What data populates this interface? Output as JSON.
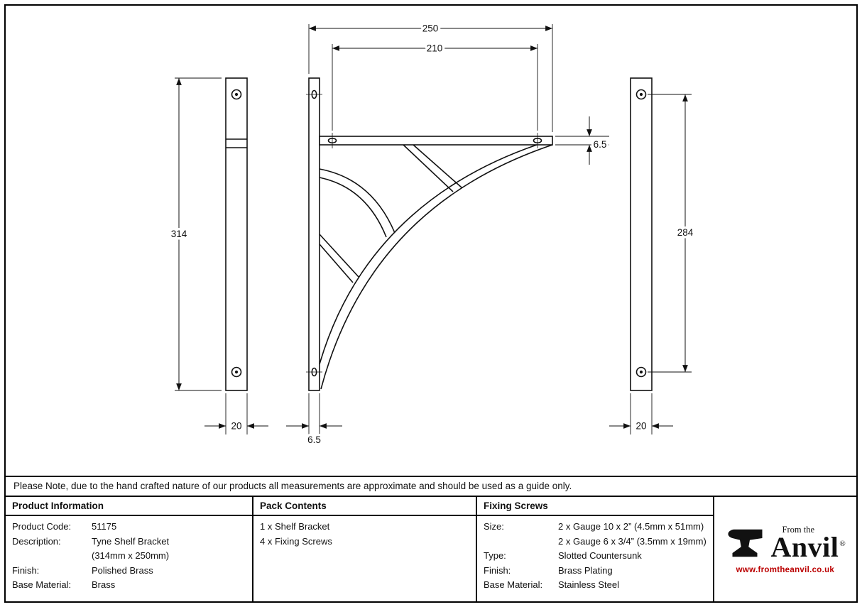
{
  "note_bar": {
    "text": "Please Note, due to the hand crafted nature of our products all measurements are approximate and should be used as a guide only."
  },
  "drawing": {
    "front_view": {
      "overall_depth": "250",
      "hole_spacing": "210",
      "arm_thickness": "6.5",
      "plate_thickness": "6.5"
    },
    "left_view": {
      "height": "314",
      "width": "20"
    },
    "right_view": {
      "hole_spacing": "284",
      "width": "20"
    }
  },
  "table": {
    "product_information": {
      "header": "Product Information",
      "rows": [
        {
          "label": "Product Code:",
          "value": "51175"
        },
        {
          "label": "Description:",
          "value": "Tyne Shelf Bracket"
        },
        {
          "label": "",
          "value": "(314mm x 250mm)"
        },
        {
          "label": "Finish:",
          "value": "Polished Brass"
        },
        {
          "label": "Base Material:",
          "value": "Brass"
        }
      ]
    },
    "pack_contents": {
      "header": "Pack Contents",
      "items": [
        "1 x Shelf Bracket",
        "4 x Fixing Screws"
      ]
    },
    "fixing_screws": {
      "header": "Fixing Screws",
      "rows": [
        {
          "label": "Size:",
          "value": "2 x Gauge 10 x 2” (4.5mm x 51mm)"
        },
        {
          "label": "",
          "value": "2 x Gauge 6 x 3/4” (3.5mm x 19mm)"
        },
        {
          "label": "Type:",
          "value": "Slotted Countersunk"
        },
        {
          "label": "Finish:",
          "value": "Brass Plating"
        },
        {
          "label": "Base Material:",
          "value": "Stainless Steel"
        }
      ]
    }
  },
  "brand": {
    "tagline": "From the",
    "name": "Anvil",
    "registered_mark": "®",
    "website": "www.fromtheanvil.co.uk",
    "accent_color": "#bb0000"
  }
}
